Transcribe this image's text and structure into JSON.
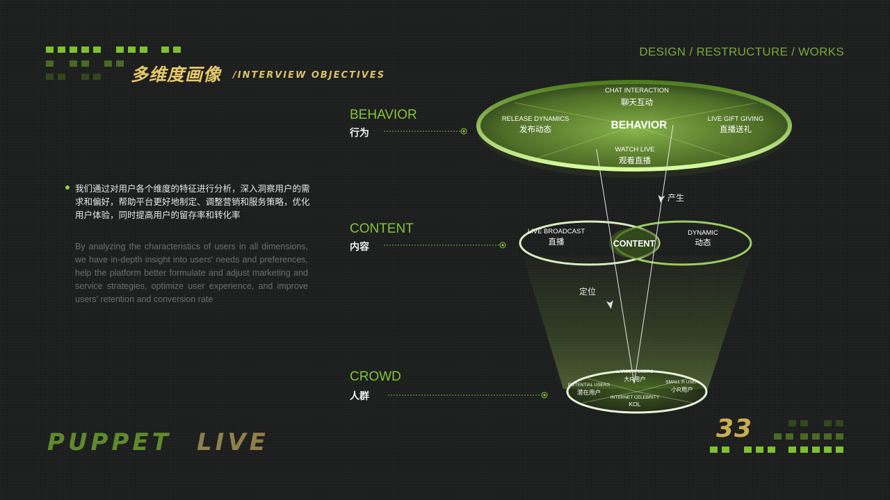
{
  "header": {
    "title_cn": "多维度画像",
    "title_en": "/INTERVIEW  OBJECTIVES",
    "top_right": "DESIGN / RESTRUCTURE / WORKS"
  },
  "description": {
    "cn": "我们通过对用户各个维度的特征进行分析，深入洞察用户的需求和偏好，帮助平台更好地制定、调整营销和服务策略，优化用户体验，同时提高用户的留存率和转化率",
    "en": "By analyzing the characteristics of users in all dimensions, we have in-depth insight into users' needs and preferences, help the platform better formulate and adjust marketing and service strategies, optimize user experience, and improve users' retention and conversion rate"
  },
  "levels": [
    {
      "en": "BEHAVIOR",
      "cn": "行为"
    },
    {
      "en": "CONTENT",
      "cn": "内容"
    },
    {
      "en": "CROWD",
      "cn": "人群"
    }
  ],
  "behavior": {
    "center": "BEHAVIOR",
    "items": [
      {
        "en": "CHAT INTERACTION",
        "cn": "聊天互动"
      },
      {
        "en": "RELEASE DYNAMICS",
        "cn": "发布动态"
      },
      {
        "en": "LIVE GIFT GIVING",
        "cn": "直播送礼"
      },
      {
        "en": "WATCH LIVE",
        "cn": "观看直播"
      }
    ]
  },
  "content": {
    "center": "CONTENT",
    "left": {
      "en": "LIVE BROADCAST",
      "cn": "直播"
    },
    "right": {
      "en": "DYNAMIC",
      "cn": "动态"
    }
  },
  "crowd": {
    "items": [
      {
        "en": "LARGE R USERS",
        "cn": "大R用户"
      },
      {
        "en": "POTENTIAL USERS",
        "cn": "潜在用户"
      },
      {
        "en": "SMALL R USER",
        "cn": "小R用户"
      },
      {
        "en": "INTERNET CELEBRITY",
        "cn": "KOL"
      }
    ]
  },
  "arrows": {
    "produce": "产生",
    "position": "定位"
  },
  "brand": {
    "puppet": "PUPPET",
    "live": "LIVE"
  },
  "page_number": "33",
  "colors": {
    "accent_green": "#86c53a",
    "gold": "#c9ad52",
    "background": "#1c1d1d"
  }
}
